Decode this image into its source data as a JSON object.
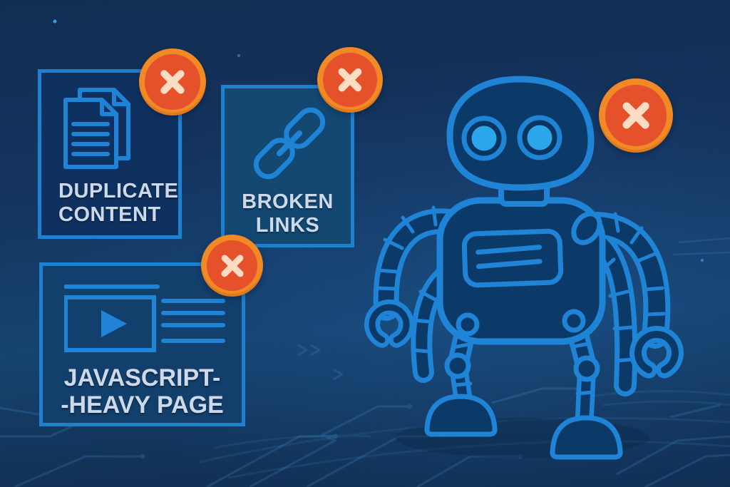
{
  "title": "Crawl issues illustration",
  "colors": {
    "background_navy": "#143560",
    "outline_blue": "#1f84d6",
    "card_duplicate_bg": "#0f3160",
    "card_links_bg": "#134873",
    "card_js_bg": "#123f6b",
    "label_text": "#cdd9e8",
    "badge_ring_orange": "#f18a25",
    "badge_fill_red": "#e5512b",
    "badge_x_cream": "#fcdcc3",
    "eye_cyan": "#2ba6ea"
  },
  "cards": [
    {
      "id": "duplicate-content",
      "line1": "DUPLICATE",
      "line2": "CONTENT",
      "icon": "duplicate-documents-icon"
    },
    {
      "id": "broken-links",
      "line1": "BROKEN",
      "line2": "LINKS",
      "icon": "chain-link-icon"
    },
    {
      "id": "javascript-heavy-page",
      "line1": "JAVASCRIPT-",
      "line2": "-HEAVY PAGE",
      "icon": "video-page-icon"
    }
  ],
  "badges": [
    {
      "id": "error-badge-duplicate-content",
      "icon": "x-icon"
    },
    {
      "id": "error-badge-broken-links",
      "icon": "x-icon"
    },
    {
      "id": "error-badge-javascript",
      "icon": "x-icon"
    },
    {
      "id": "error-badge-robot",
      "icon": "x-icon"
    }
  ],
  "robot": {
    "id": "crawler-robot",
    "icon": "robot-crawler-illustration"
  },
  "background_pattern": {
    "id": "circuit-floor",
    "icon": "circuit-traces-pattern"
  }
}
